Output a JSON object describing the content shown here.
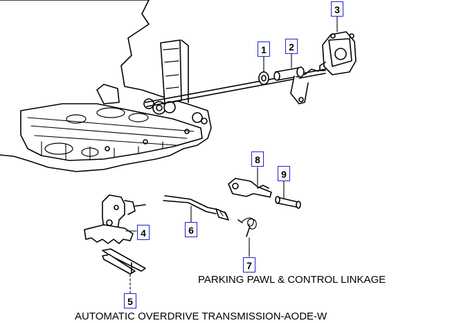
{
  "diagram": {
    "callouts": [
      {
        "id": "1",
        "label": "1"
      },
      {
        "id": "2",
        "label": "2"
      },
      {
        "id": "3",
        "label": "3"
      },
      {
        "id": "4",
        "label": "4"
      },
      {
        "id": "5",
        "label": "5"
      },
      {
        "id": "6",
        "label": "6"
      },
      {
        "id": "7",
        "label": "7"
      },
      {
        "id": "8",
        "label": "8"
      },
      {
        "id": "9",
        "label": "9"
      }
    ],
    "subtitle": "PARKING PAWL & CONTROL LINKAGE",
    "title": "AUTOMATIC OVERDRIVE TRANSMISSION-AODE-W"
  },
  "colors": {
    "callout_border": "#1e22c8",
    "line_art": "#000000",
    "background": "#ffffff"
  }
}
